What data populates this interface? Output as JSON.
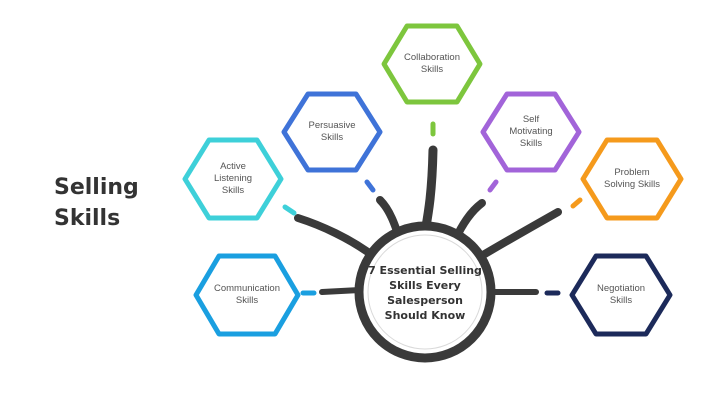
{
  "side_title": "Selling\nSkills",
  "center_text": "7 Essential Selling\nSkills Every\nSalesperson\nShould Know",
  "colors": {
    "hub": "#3a3a3a",
    "active_listening": "#3ed0d9",
    "persuasive": "#3f73d8",
    "collaboration": "#7dc63d",
    "self_motivating": "#a264d9",
    "problem_solving": "#f59a1c",
    "communication": "#1a9fe0",
    "negotiation": "#1c2a5a"
  },
  "skills": [
    {
      "key": "collaboration",
      "label": "Collaboration\nSkills"
    },
    {
      "key": "persuasive",
      "label": "Persuasive\nSkills"
    },
    {
      "key": "self_motivating",
      "label": "Self\nMotivating\nSkills"
    },
    {
      "key": "active_listening",
      "label": "Active\nListening\nSkills"
    },
    {
      "key": "problem_solving",
      "label": "Problem\nSolving Skills"
    },
    {
      "key": "communication",
      "label": "Communication\nSkills"
    },
    {
      "key": "negotiation",
      "label": "Negotiation\nSkills"
    }
  ]
}
